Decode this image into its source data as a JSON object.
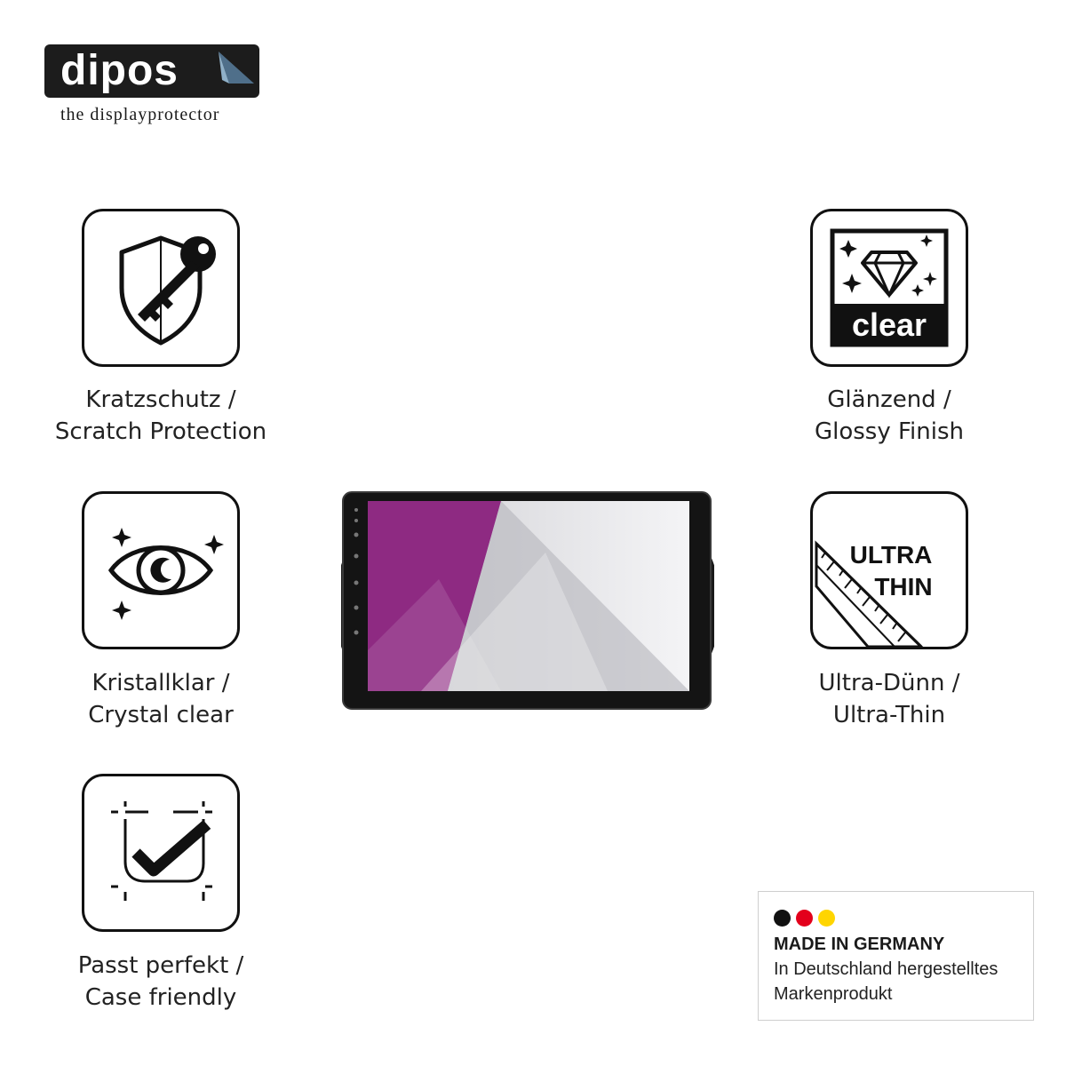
{
  "brand": {
    "name": "dipos",
    "tagline": "the displayprotector"
  },
  "features": [
    {
      "icon": "shield-key-icon",
      "line1": "Kratzschutz /",
      "line2": "Scratch Protection"
    },
    {
      "icon": "diamond-clear-icon",
      "badge_text": "clear",
      "line1": "Glänzend /",
      "line2": "Glossy Finish"
    },
    {
      "icon": "eye-icon",
      "line1": "Kristallklar /",
      "line2": "Crystal clear"
    },
    {
      "icon": "ruler-ultra-thin-icon",
      "badge_line1": "ULTRA",
      "badge_line2": "THIN",
      "line1": "Ultra-Dünn /",
      "line2": "Ultra-Thin"
    },
    {
      "icon": "checkmark-frame-icon",
      "line1": "Passt perfekt /",
      "line2": "Case friendly"
    }
  ],
  "badge": {
    "title": "MADE IN GERMANY",
    "line1": "In Deutschland hergestelltes",
    "line2": "Markenprodukt",
    "colors": [
      "#111111",
      "#e3001b",
      "#ffd500"
    ]
  },
  "colors": {
    "screen_magenta": "#8e2a82",
    "frame": "#111111"
  }
}
